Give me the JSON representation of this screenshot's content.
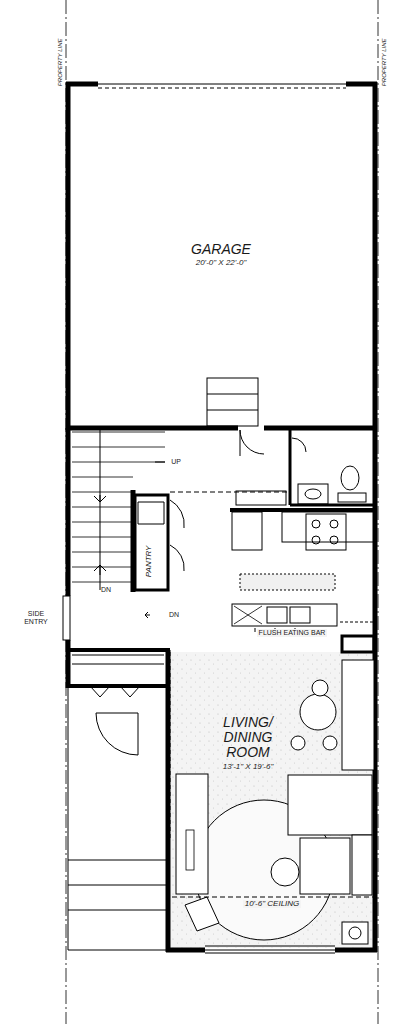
{
  "diagram": {
    "nodes": [
      {
        "text": [
          "GARAGE",
          "20'-0\" X 22'-0\""
        ]
      },
      {
        "text": [
          "PANTRY"
        ]
      },
      {
        "text": [
          "LIVING/ DINING ROOM",
          "13'-1\" X 19'-6\""
        ]
      }
    ],
    "labels": [
      "PROPERTY LINE",
      "PROPERTY LINE",
      "UP",
      "DN",
      "SIDE ENTRY",
      "DN",
      "FLUSH EATING BAR",
      "10'-6\" CEILING"
    ]
  }
}
